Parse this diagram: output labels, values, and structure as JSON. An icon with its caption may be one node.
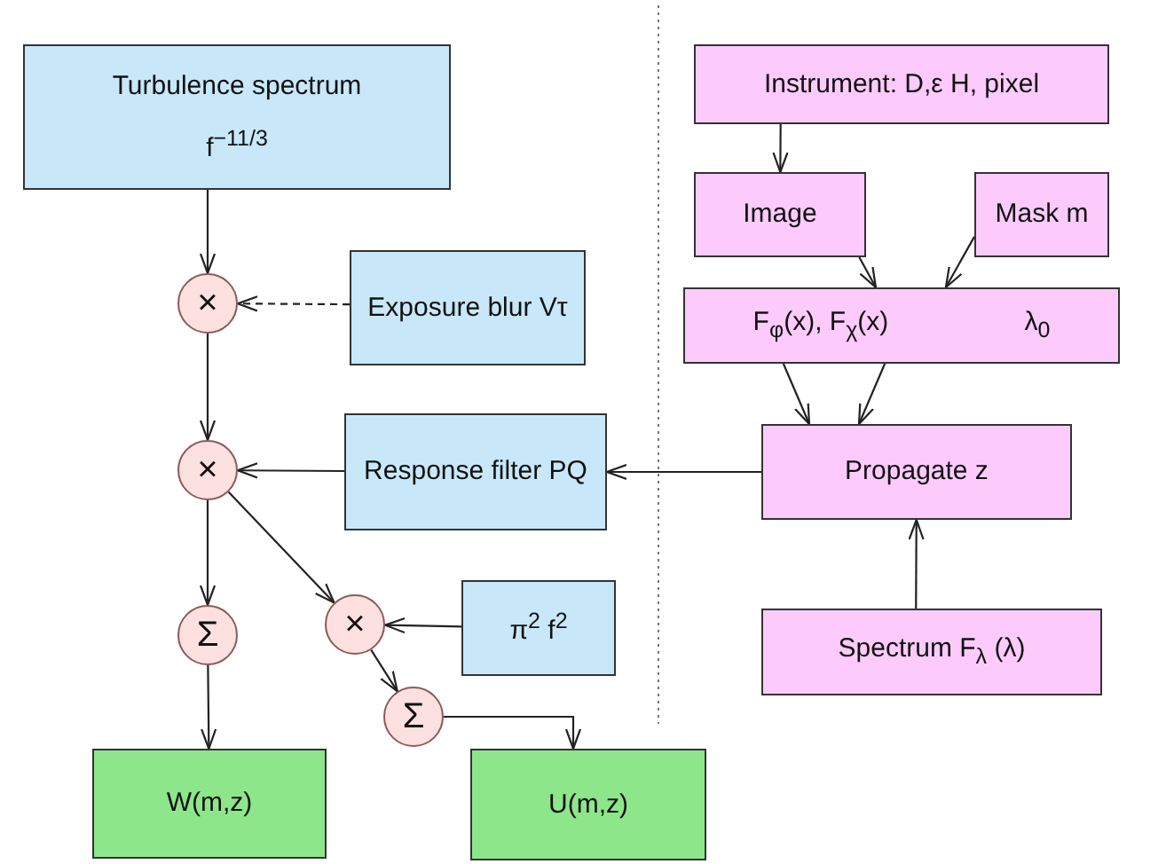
{
  "diagram": {
    "nodes": [
      {
        "text": [
          "Turbulence spectrum",
          "f$^{−11/3}$"
        ]
      },
      {
        "text": [
          "×"
        ]
      },
      {
        "text": [
          "Exposure blur Vτ"
        ]
      },
      {
        "text": [
          "×"
        ]
      },
      {
        "text": [
          "Response filter PQ"
        ]
      },
      {
        "text": [
          "Σ"
        ]
      },
      {
        "text": [
          "×"
        ]
      },
      {
        "text": [
          "π$^{2}$ f$^{2}$"
        ]
      },
      {
        "text": [
          "Σ"
        ]
      },
      {
        "text": [
          "W(m,z)"
        ]
      },
      {
        "text": [
          "U(m,z)"
        ]
      },
      {
        "text": [
          "Instrument: D,ε H, pixel"
        ]
      },
      {
        "text": [
          "Image"
        ]
      },
      {
        "text": [
          "Mask m"
        ]
      },
      {
        "text": [
          "F$_{φ}$(x), F$_{χ}$(x)",
          "λ$_{0}$"
        ]
      },
      {
        "text": [
          "Propagate z"
        ]
      },
      {
        "text": [
          "Spectrum F$_{λ}$ (λ)"
        ]
      }
    ],
    "edges": [
      {
        "from": 0,
        "to": 1,
        "arrow": "to"
      },
      {
        "from": 2,
        "to": 1,
        "arrow": "to",
        "style": "dashed"
      },
      {
        "from": 1,
        "to": 3,
        "arrow": "to"
      },
      {
        "from": 4,
        "to": 3,
        "arrow": "to"
      },
      {
        "from": 15,
        "to": 4,
        "arrow": "to"
      },
      {
        "from": 3,
        "to": 5,
        "arrow": "to"
      },
      {
        "from": 3,
        "to": 6,
        "arrow": "to"
      },
      {
        "from": 7,
        "to": 6,
        "arrow": "to"
      },
      {
        "from": 6,
        "to": 8,
        "arrow": "to"
      },
      {
        "from": 5,
        "to": 9,
        "arrow": "to"
      },
      {
        "from": 8,
        "to": 10,
        "arrow": "to"
      },
      {
        "from": 11,
        "to": 12,
        "arrow": "to"
      },
      {
        "from": 12,
        "to": 14,
        "arrow": "to"
      },
      {
        "from": 13,
        "to": 14,
        "arrow": "to"
      },
      {
        "from": 14,
        "to": 15,
        "arrow": "to"
      },
      {
        "from": 14,
        "to": 15,
        "arrow": "to"
      },
      {
        "from": 16,
        "to": 15,
        "arrow": "to"
      }
    ]
  }
}
